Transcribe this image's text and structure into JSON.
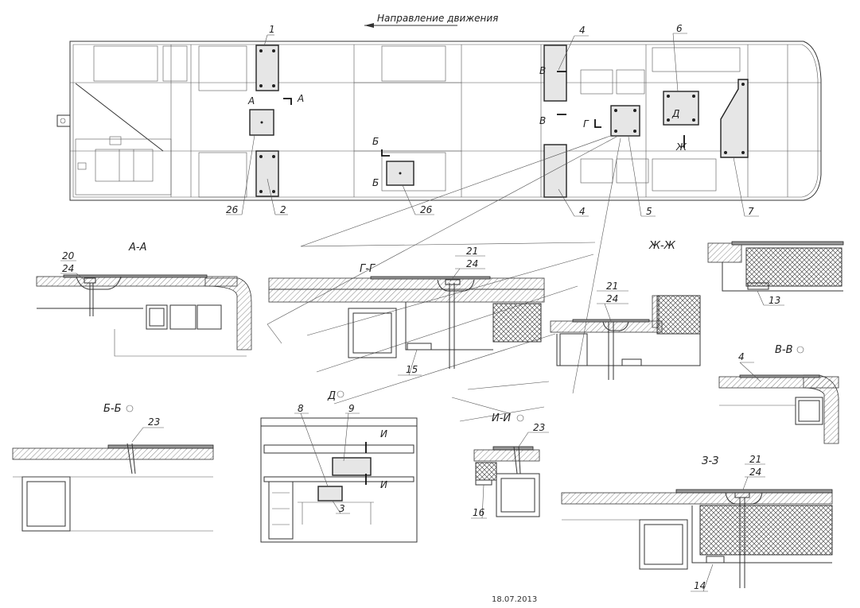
{
  "header": {
    "direction_label": "Направление движения"
  },
  "footer": {
    "date": "18.07.2013"
  },
  "plan": {
    "callouts": [
      "1",
      "2",
      "4",
      "4",
      "5",
      "6",
      "7",
      "26",
      "26"
    ],
    "section_marks": [
      "А",
      "А",
      "Б",
      "Б",
      "В",
      "В",
      "Г",
      "Д",
      "Ж"
    ]
  },
  "sections": {
    "aa": {
      "title": "А-А",
      "parts": [
        "20",
        "24"
      ]
    },
    "gg": {
      "title": "Г-Г",
      "parts": [
        "21",
        "24",
        "15"
      ]
    },
    "zhzh": {
      "title": "Ж-Ж",
      "parts": [
        "21",
        "24"
      ]
    },
    "detail13": {
      "parts": [
        "13"
      ]
    },
    "vv": {
      "title": "В-В",
      "parts": [
        "4"
      ]
    },
    "bb": {
      "title": "Б-Б",
      "parts": [
        "23"
      ]
    },
    "d": {
      "title": "Д",
      "parts": [
        "8",
        "9",
        "3"
      ],
      "marks": [
        "И",
        "И"
      ]
    },
    "ii": {
      "title": "И-И",
      "parts": [
        "23",
        "16"
      ]
    },
    "zz": {
      "title": "З-З",
      "parts": [
        "21",
        "24",
        "14"
      ]
    }
  }
}
